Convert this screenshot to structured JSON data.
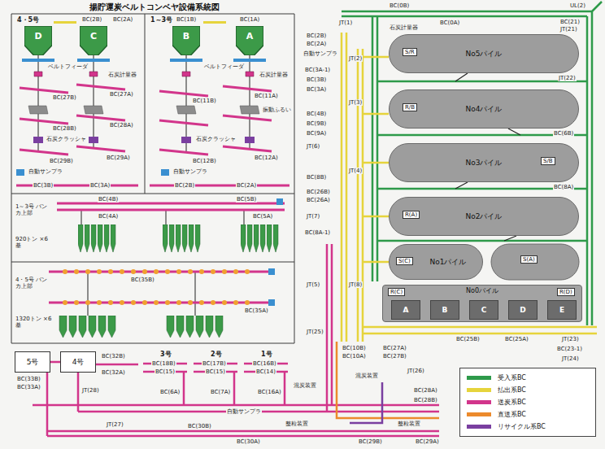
{
  "diagram": {
    "title": "揚貯運炭ベルトコンベヤ設備系統図",
    "nodes": [
      {
        "text": [
          "D"
        ]
      },
      {
        "text": [
          "C"
        ]
      },
      {
        "text": [
          "B"
        ]
      },
      {
        "text": [
          "A"
        ]
      },
      {
        "text": [
          "No5パイル"
        ]
      },
      {
        "text": [
          "S/R"
        ],
        "in": 4
      },
      {
        "text": [
          "No4パイル"
        ]
      },
      {
        "text": [
          "R/B"
        ],
        "in": 6
      },
      {
        "text": [
          "No3パイル"
        ]
      },
      {
        "text": [
          "S/B"
        ],
        "in": 8
      },
      {
        "text": [
          "No2パイル"
        ]
      },
      {
        "text": [
          "R(A)"
        ],
        "in": 10
      },
      {
        "text": [
          "No1パイル"
        ]
      },
      {
        "text": [
          "S(C)"
        ],
        "in": 12
      },
      {
        "text": [
          "S(A)"
        ]
      },
      {
        "text": [
          "No0パイル"
        ]
      },
      {
        "text": [
          "A"
        ],
        "in": 15
      },
      {
        "text": [
          "B"
        ],
        "in": 15
      },
      {
        "text": [
          "C"
        ],
        "in": 15
      },
      {
        "text": [
          "D"
        ],
        "in": 15
      },
      {
        "text": [
          "E"
        ],
        "in": 15
      },
      {
        "text": [
          "R(C)"
        ],
        "in": 15
      },
      {
        "text": [
          "R(D)"
        ],
        "in": 15
      },
      {
        "text": [
          "5号"
        ]
      },
      {
        "text": [
          "4号"
        ]
      }
    ],
    "edges": [
      {
        "from": 23,
        "to": 24,
        "arrow": "none"
      }
    ],
    "labels": [
      "4・5号",
      "1～3号",
      "BC(2B)",
      "BC(2A)",
      "BC(1B)",
      "BC(1A)",
      "ベルトフィーダ",
      "ベルトフィーダ",
      "石炭計量器",
      "石炭計量器",
      "BC(27B)",
      "BC(27A)",
      "BC(11B)",
      "BC(11A)",
      "振動ふるい",
      "BC(28B)",
      "BC(28A)",
      "石炭クラッシャ",
      "石炭クラッシャ",
      "BC(29B)",
      "BC(29A)",
      "BC(12B)",
      "BC(12A)",
      "自動サンプラ",
      "自動サンプラ",
      "BC(3B)",
      "BC(3A)",
      "BC(2B)",
      "BC(2A)",
      "1～3号 バンカ上部",
      "920トン ×6基",
      "BC(4B)",
      "BC(5B)",
      "BC(4A)",
      "BC(5A)",
      "4・5号 バンカ上部",
      "1320トン ×6基",
      "BC(35B)",
      "BC(35A)",
      "BC(33B)",
      "BC(33A)",
      "BC(32B)",
      "BC(32A)",
      "JT(28)",
      "JT(27)",
      "3号",
      "2号",
      "1号",
      "BC(18B)",
      "BC(15)",
      "BC(17B)",
      "BC(15)",
      "BC(16B)",
      "BC(14)",
      "BC(6A)",
      "BC(7A)",
      "BC(16A)",
      "BC(30B)",
      "BC(30A)",
      "BC(29B)",
      "BC(29A)",
      "混炭装置",
      "混炭装置",
      "整粒装置",
      "整粒装置",
      "自動サンプラ",
      "BC(0B)",
      "BC(0A)",
      "UL(2)",
      "BC(21)",
      "JT(1)",
      "石炭計量器",
      "BC(2B)",
      "BC(2A)",
      "自動サンプラ",
      "JT(2)",
      "BC(3A-1)",
      "BC(3B)",
      "BC(3A)",
      "JT(3)",
      "BC(4B)",
      "BC(9B)",
      "BC(9A)",
      "JT(6)",
      "JT(4)",
      "BC(8B)",
      "BC(26B)",
      "BC(26A)",
      "JT(7)",
      "BC(8A-1)",
      "JT(5)",
      "JT(8)",
      "JT(25)",
      "JT(21)",
      "JT(22)",
      "BC(6B)",
      "BC(8A)",
      "BC(25B)",
      "BC(25A)",
      "JT(23)",
      "BC(23-1)",
      "JT(24)",
      "BC(10B)",
      "BC(10A)",
      "BC(27A)",
      "BC(27B)",
      "JT(26)",
      "BC(28A)",
      "BC(28B)"
    ],
    "legend": [
      {
        "text": "受入系BC",
        "color": "#2e9a4a"
      },
      {
        "text": "払出系BC",
        "color": "#e6d43c"
      },
      {
        "text": "送炭系BC",
        "color": "#d2358b"
      },
      {
        "text": "直送系BC",
        "color": "#ec8a2c"
      },
      {
        "text": "リサイクル系BC",
        "color": "#7a3fa0"
      }
    ]
  }
}
